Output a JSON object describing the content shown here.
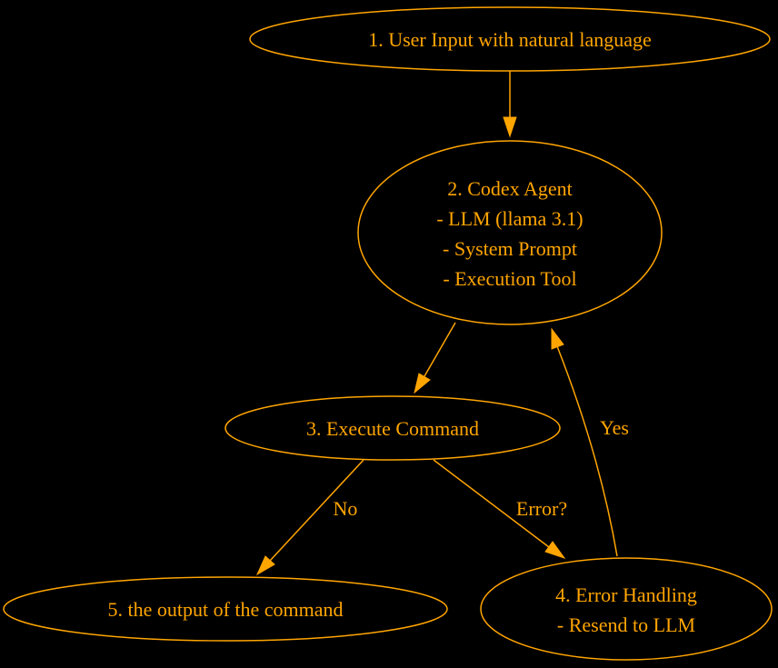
{
  "colors": {
    "background": "#000000",
    "stroke": "#FFA500",
    "text": "#FFA500"
  },
  "nodes": {
    "n1": {
      "lines": [
        "1. User Input with natural language"
      ]
    },
    "n2": {
      "lines": [
        "2. Codex Agent",
        "- LLM (llama 3.1)",
        "- System Prompt",
        "- Execution Tool"
      ]
    },
    "n3": {
      "lines": [
        "3. Execute Command"
      ]
    },
    "n4": {
      "lines": [
        "4. Error Handling",
        "- Resend to LLM"
      ]
    },
    "n5": {
      "lines": [
        "5. the output of the command"
      ]
    }
  },
  "edges": {
    "e1_2": {
      "label": ""
    },
    "e2_3": {
      "label": ""
    },
    "e3_5": {
      "label": "No"
    },
    "e3_4": {
      "label": "Error?"
    },
    "e4_2": {
      "label": "Yes"
    }
  }
}
